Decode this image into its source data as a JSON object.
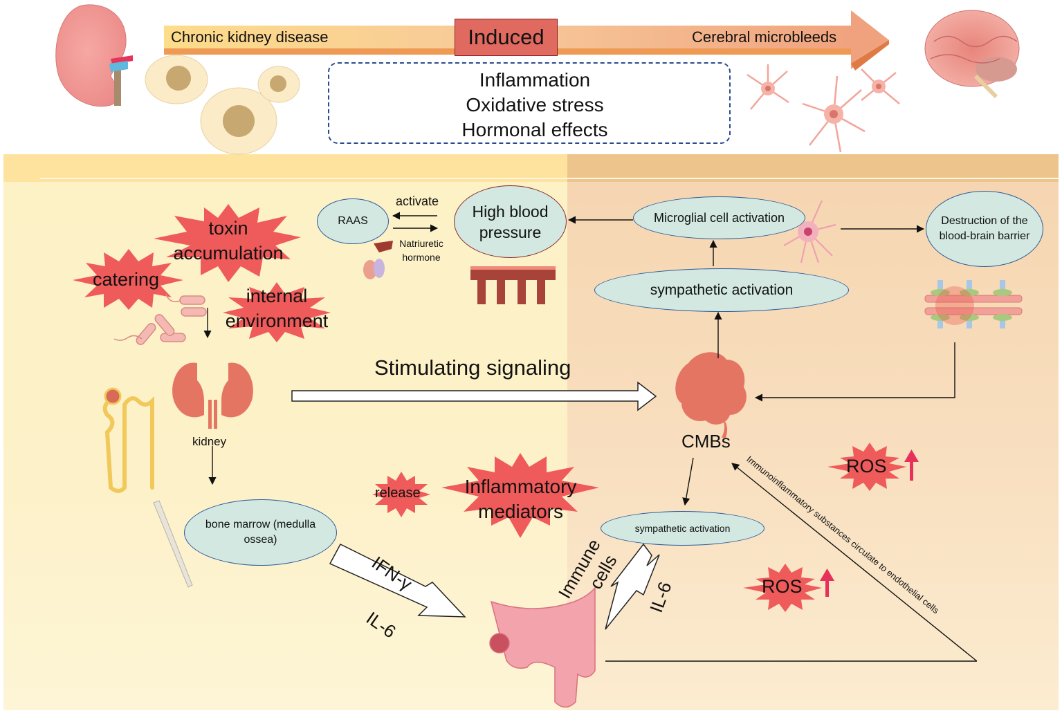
{
  "top_banner": {
    "left_label": "Chronic kidney disease",
    "center_label": "Induced",
    "right_label": "Cerebral microbleeds",
    "mechanisms": [
      "Inflammation",
      "Oxidative stress",
      "Hormonal effects"
    ]
  },
  "colors": {
    "burst_red": "#ef5a5a",
    "ellipse_fill": "#d2e8e0",
    "ellipse_border": "#2d5a99",
    "organ_salmon": "#e57563",
    "left_panel": "#fdf1c6",
    "right_panel": "#f6d5b0",
    "ros_arrow": "#e8315a"
  },
  "left_panel": {
    "bursts": {
      "toxin": [
        "toxin",
        "accumulation"
      ],
      "catering": "catering",
      "internal": [
        "internal",
        "environment"
      ]
    },
    "kidney_label": "kidney",
    "bone_marrow": [
      "bone marrow (medulla",
      "ossea)"
    ],
    "raas": "RAAS",
    "activate": "activate",
    "natriuretic": [
      "Natriuretic",
      "hormone"
    ],
    "high_bp": [
      "High blood",
      "pressure"
    ],
    "stimulating": "Stimulating signaling",
    "release": "release",
    "inflammatory": [
      "Inflammatory",
      "mediators"
    ],
    "ifn": "IFN-γ",
    "il6_left": "IL-6"
  },
  "right_panel": {
    "microglial": "Microglial cell activation",
    "bbb": [
      "Destruction of the",
      "blood-brain barrier"
    ],
    "sympathetic_top": "sympathetic activation",
    "cmbs": "CMBs",
    "sympathetic_bottom": "sympathetic activation",
    "immune": [
      "Immune",
      "cells"
    ],
    "il6_right": "IL-6",
    "ros": "ROS",
    "immuno_path": "Immunoinflammatory substances circulate to endothelial cells"
  }
}
